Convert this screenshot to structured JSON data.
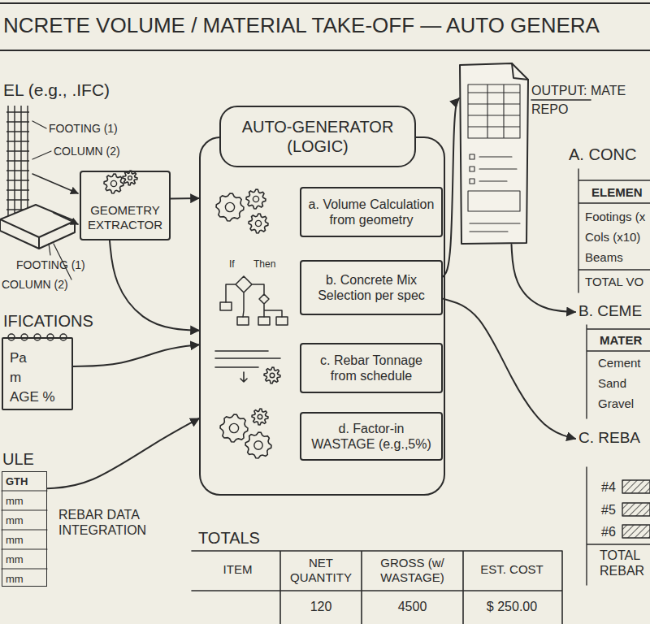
{
  "diagram": {
    "title": "NCRETE VOLUME / MATERIAL TAKE-OFF — AUTO GENERA",
    "nodes": [
      {
        "text": [
          "GEOMETRY EXTRACTOR"
        ]
      },
      {
        "text": [
          "AUTO-GENERATOR (LOGIC)"
        ]
      },
      {
        "text": [
          "a. Volume Calculation from geometry"
        ],
        "in": 1
      },
      {
        "text": [
          "b. Concrete Mix Selection per spec"
        ],
        "in": 1
      },
      {
        "text": [
          "c. Rebar Tonnage from schedule"
        ],
        "in": 1
      },
      {
        "text": [
          "d. Factor-in WASTAGE (e.g.,5%)"
        ],
        "in": 1
      },
      {
        "text": [
          "IFICATIONS",
          "Pa",
          "m",
          "AGE %"
        ]
      },
      {
        "text": [
          "ULE",
          "GTH",
          "mm",
          "mm",
          "mm",
          "mm",
          "mm"
        ]
      },
      {
        "text": [
          "OUTPUT: MATE REPO"
        ]
      },
      {
        "text": [
          "A. CONC",
          "ELEMEN",
          "Footings (x",
          "Cols (x10)",
          "Beams",
          "TOTAL VO"
        ]
      },
      {
        "text": [
          "B. CEME",
          "MATER",
          "Cement",
          "Sand",
          "Gravel"
        ]
      },
      {
        "text": [
          "C. REBA",
          "#4",
          "#5",
          "#6",
          "TOTAL REBAR"
        ]
      }
    ],
    "edges": [
      {
        "from": 0,
        "to": 1,
        "arrow": "to"
      },
      {
        "from": 0,
        "to": 1,
        "arrow": "to"
      },
      {
        "from": 6,
        "to": 1,
        "arrow": "to"
      },
      {
        "from": 7,
        "to": 1,
        "arrow": "to"
      },
      {
        "from": 3,
        "to": 8,
        "arrow": "to"
      },
      {
        "from": 8,
        "to": 10,
        "arrow": "to"
      },
      {
        "from": 3,
        "to": 11,
        "arrow": "to"
      }
    ],
    "labels": [
      "EL (e.g., .IFC)",
      "FOOTING (1)",
      "COLUMN (2)",
      "FOOTING (1)",
      "COLUMN (2)",
      "If",
      "Then",
      "REBAR DATA INTEGRATION",
      "TOTALS",
      "ITEM",
      "NET QUANTITY",
      "GROSS (w/ WASTAGE)",
      "EST. COST",
      "120",
      "4500",
      "$ 250.00"
    ]
  }
}
